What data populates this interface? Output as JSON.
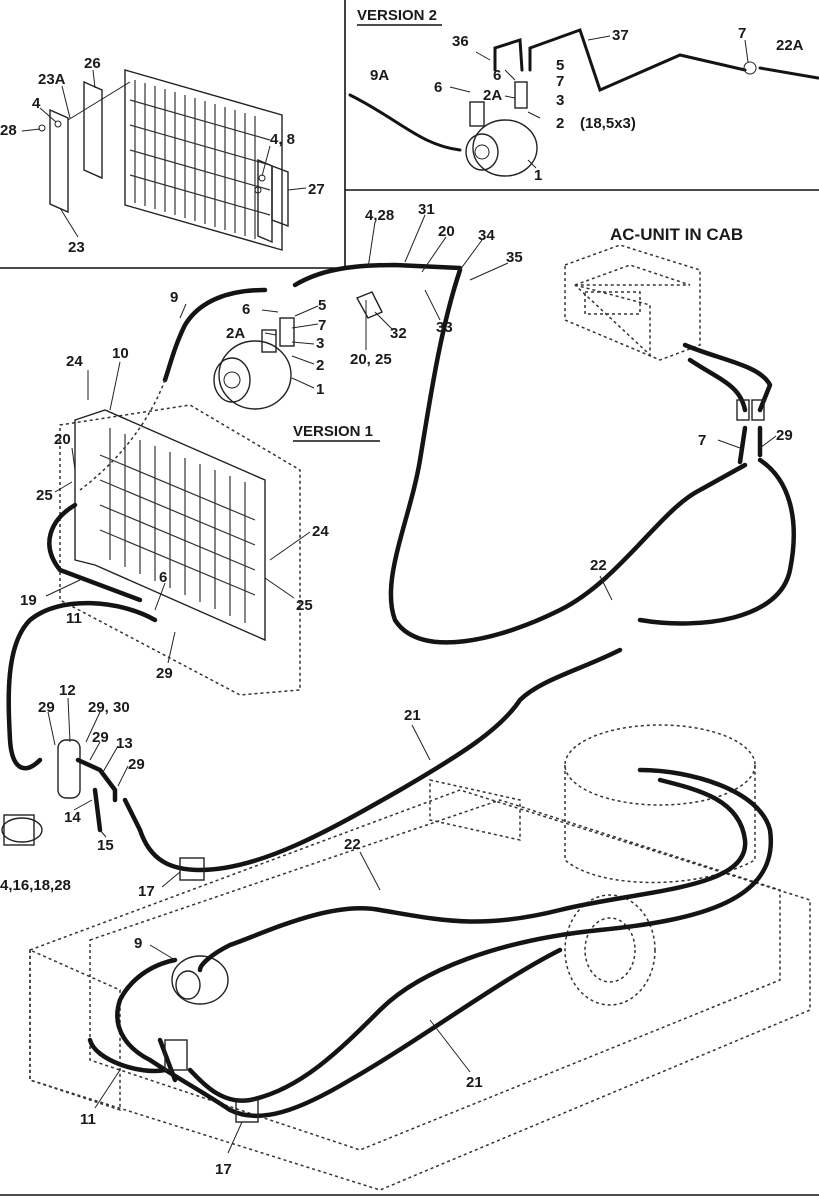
{
  "headings": {
    "version2": "VERSION 2",
    "version1": "VERSION 1",
    "ac_unit": "AC-UNIT IN CAB"
  },
  "labels": {
    "v2_36": "36",
    "v2_37": "37",
    "v2_7": "7",
    "v2_22A": "22A",
    "v2_9A": "9A",
    "v2_6a": "6",
    "v2_6b": "6",
    "v2_5": "5",
    "v2_7b": "7",
    "v2_2A": "2A",
    "v2_3": "3",
    "v2_2": "2",
    "v2_dim": "(18,5x3)",
    "v2_1": "1",
    "i_26": "26",
    "i_23A": "23A",
    "i_4": "4",
    "i_28": "28",
    "i_48": "4, 8",
    "i_27": "27",
    "i_23": "23",
    "m_428": "4,28",
    "m_31": "31",
    "m_20": "20",
    "m_34": "34",
    "m_35": "35",
    "m_9": "9",
    "m_6": "6",
    "m_5": "5",
    "m_7": "7",
    "m_2A": "2A",
    "m_3": "3",
    "m_2": "2",
    "m_1": "1",
    "m_33": "33",
    "m_32": "32",
    "m_2025": "20, 25",
    "m_24a": "24",
    "m_10": "10",
    "m_20b": "20",
    "m_25a": "25",
    "m_24b": "24",
    "m_25b": "25",
    "m_6b": "6",
    "m_19": "19",
    "m_11": "11",
    "m_29": "29",
    "m_7c": "7",
    "m_29c": "29",
    "m_22": "22",
    "m_21": "21",
    "d_12": "12",
    "d_29a": "29",
    "d_2930": "29, 30",
    "d_29b": "29",
    "d_13": "13",
    "d_29c": "29",
    "d_14": "14",
    "d_15": "15",
    "d_4161828": "4,16,18,28",
    "d_17": "17",
    "b_22": "22",
    "b_9": "9",
    "b_21": "21",
    "b_11": "11",
    "b_17": "17"
  }
}
